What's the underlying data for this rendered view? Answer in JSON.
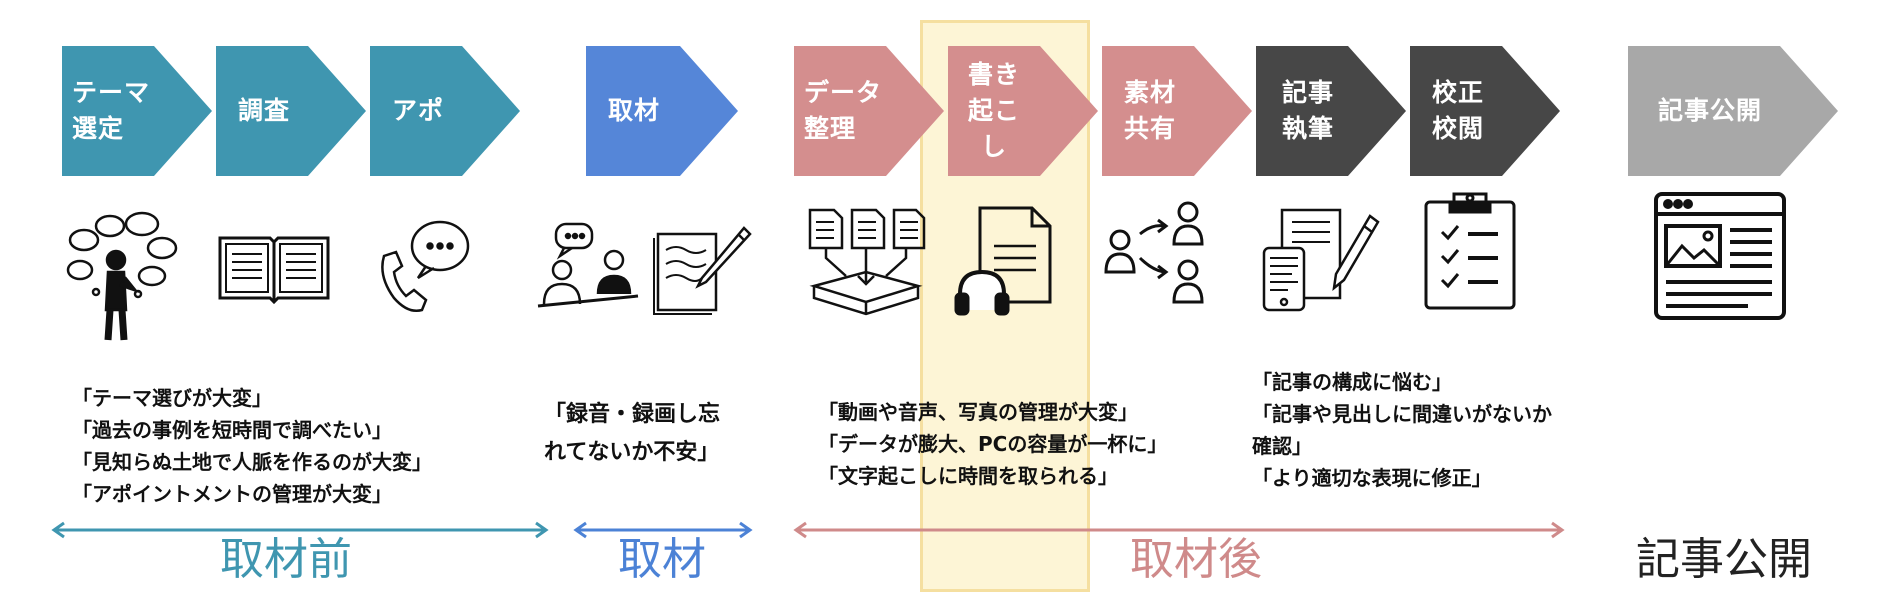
{
  "colors": {
    "teal": "#3f96b0",
    "blue": "#5586d8",
    "pink": "#d48e8e",
    "dark": "#474747",
    "gray": "#a8a8a8",
    "highlight": "#fdf5d6",
    "label_teal": "#3f96b0",
    "label_blue": "#4c82d6",
    "label_pink": "#cf8a8a",
    "label_dark": "#222222"
  },
  "steps": [
    {
      "label": "テーマ\n選定",
      "color": "teal",
      "icon": "thinking-person-icon"
    },
    {
      "label": "調査",
      "color": "teal",
      "icon": "open-book-icon"
    },
    {
      "label": "アポ",
      "color": "teal",
      "icon": "phone-chat-icon"
    },
    {
      "label": "取材",
      "color": "blue",
      "icon": "interview-icon"
    },
    {
      "label": "",
      "color": "blue",
      "icon": "notebook-pen-icon"
    },
    {
      "label": "データ\n整理",
      "color": "pink",
      "icon": "documents-tray-icon"
    },
    {
      "label": "書き\n起こし",
      "color": "pink",
      "icon": "document-headphones-icon"
    },
    {
      "label": "素材\n共有",
      "color": "pink",
      "icon": "share-people-icon"
    },
    {
      "label": "記事\n執筆",
      "color": "dark",
      "icon": "phone-document-pen-icon"
    },
    {
      "label": "校正\n校閲",
      "color": "dark",
      "icon": "checklist-clipboard-icon"
    },
    {
      "label": "記事公開",
      "color": "gray",
      "icon": "webpage-icon"
    }
  ],
  "quotes": {
    "pre": "「テーマ選びが大変」\n「過去の事例を短時間で調べたい」\n「見知らぬ土地で人脈を作るのが大変」\n「アポイントメントの管理が大変」",
    "interview": "「録音・録画し忘\nれてないか不安」",
    "post": "「動画や音声、写真の管理が大変」\n「データが膨大、PCの容量が一杯に」\n「文字起こしに時間を取られる」",
    "writing": "「記事の構成に悩む」\n「記事や見出しに間違いがないか\n確認」\n「より適切な表現に修正」"
  },
  "phases": [
    {
      "label": "取材前",
      "color": "label_teal"
    },
    {
      "label": "取材",
      "color": "label_blue"
    },
    {
      "label": "取材後",
      "color": "label_pink"
    },
    {
      "label": "記事公開",
      "color": "label_dark"
    }
  ]
}
